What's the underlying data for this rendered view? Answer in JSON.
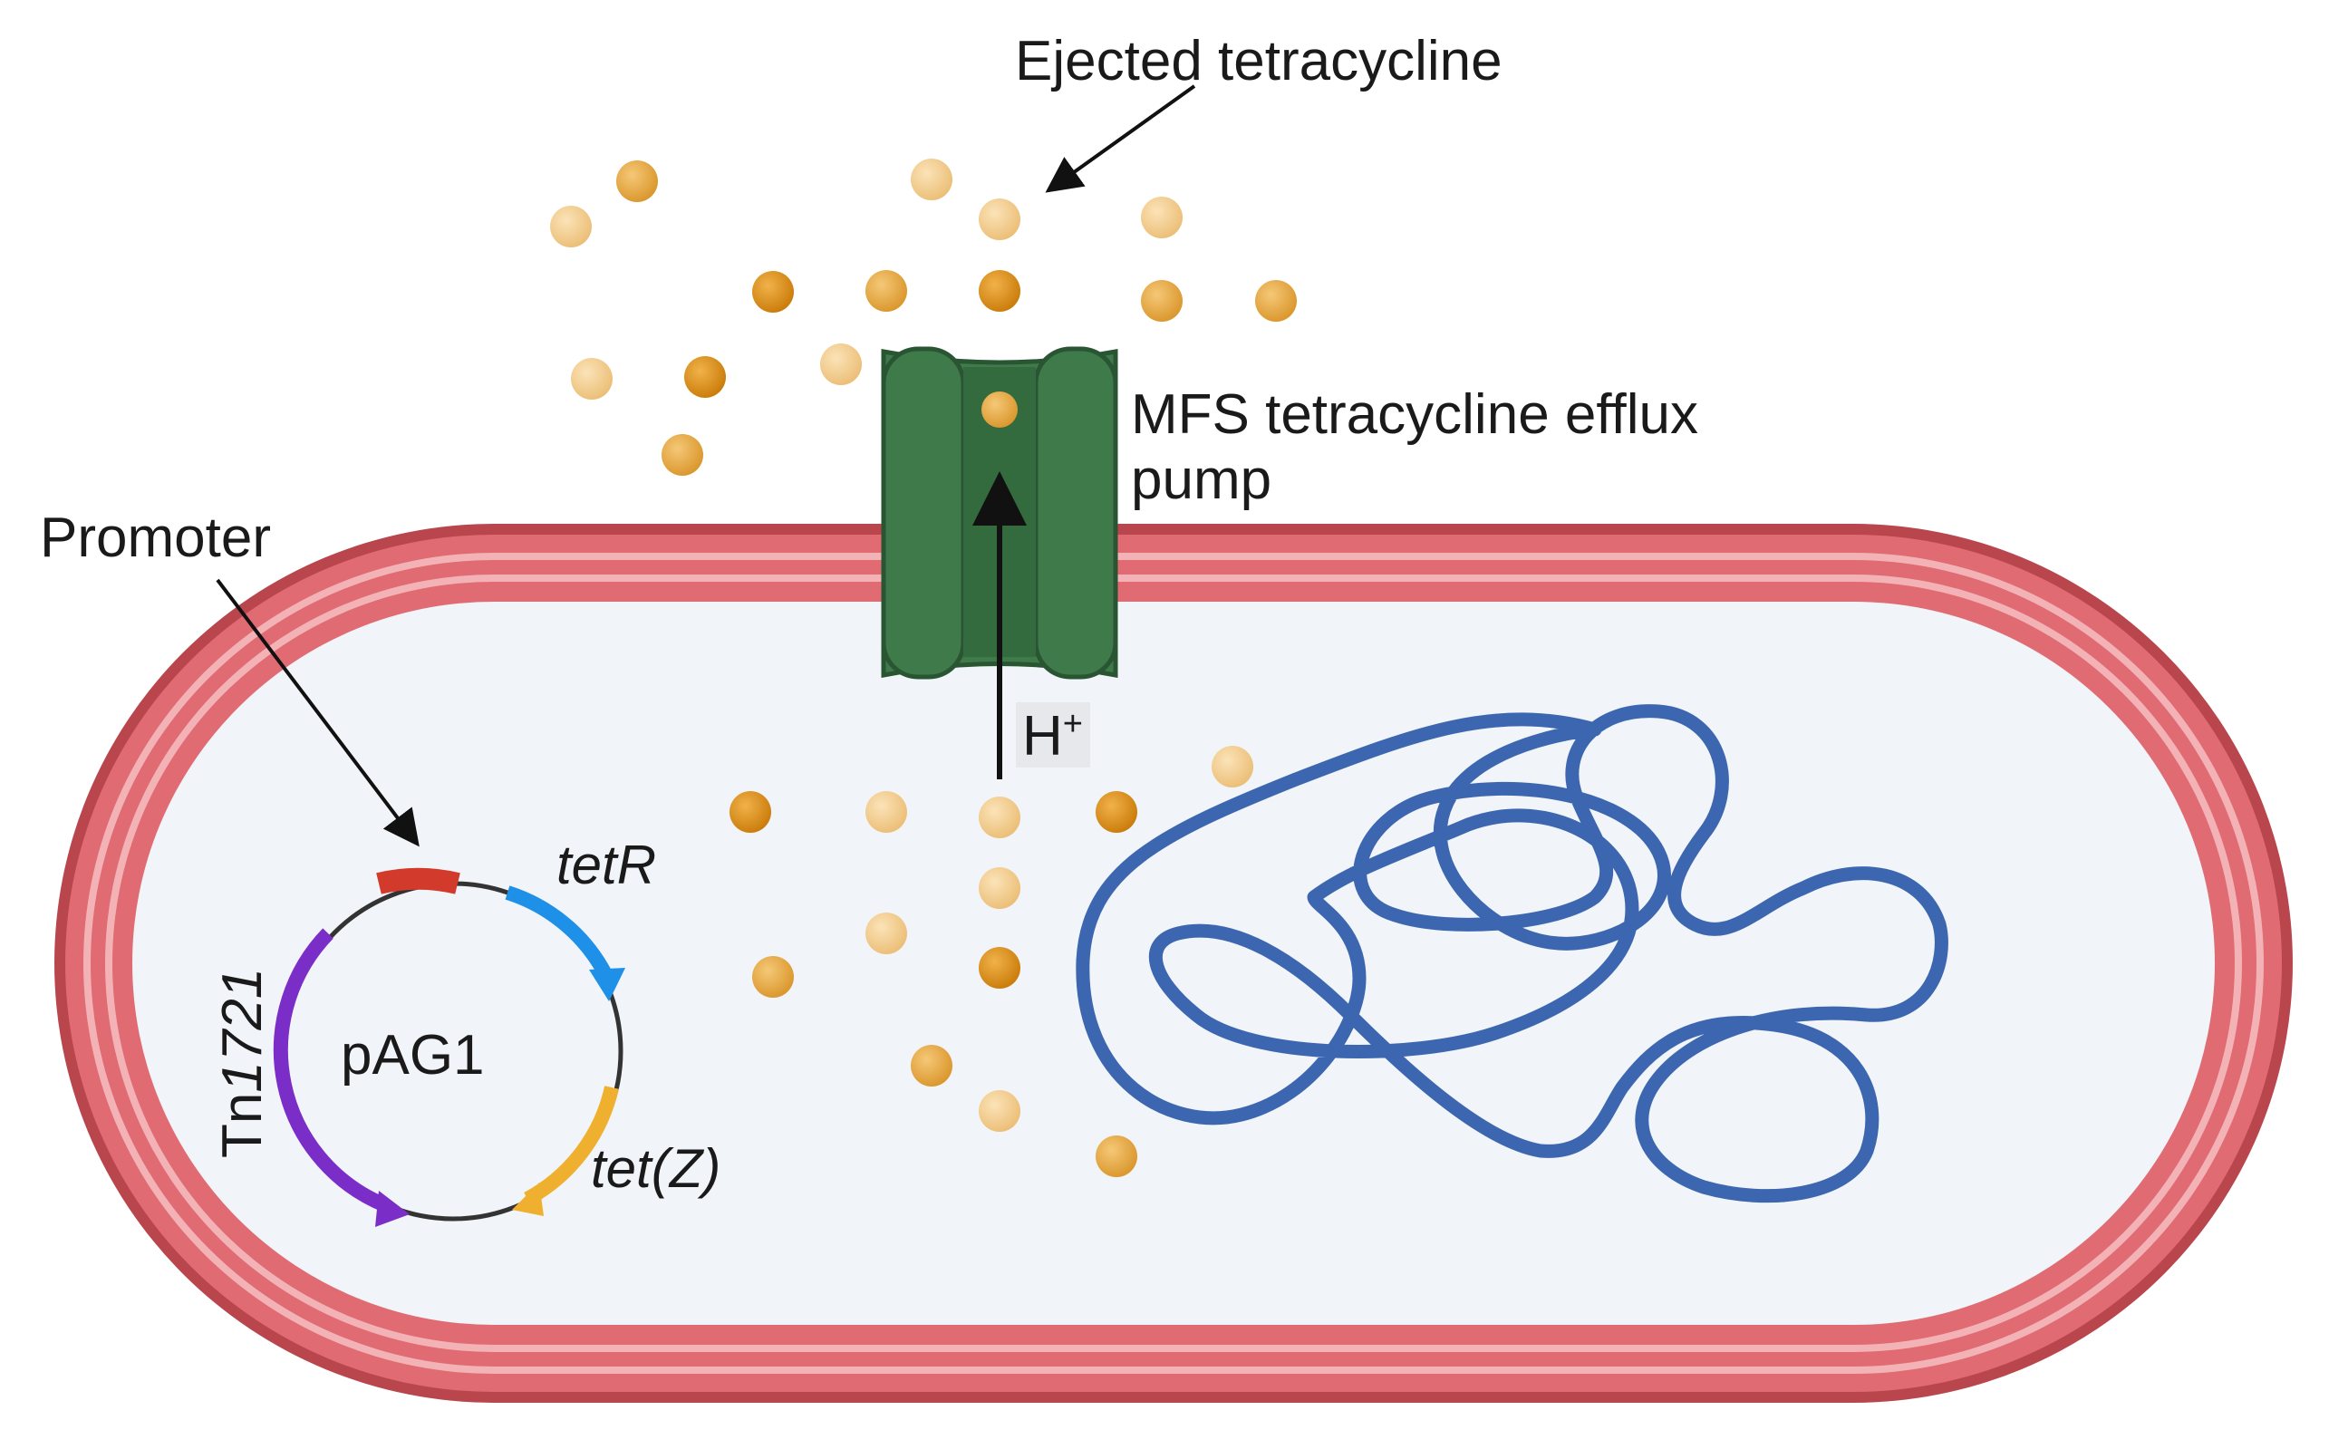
{
  "labels": {
    "ejected": "Ejected tetracycline",
    "pump_line1": "MFS tetracycline efflux",
    "pump_line2": "pump",
    "promoter": "Promoter",
    "proton_base": "H",
    "proton_charge": "+",
    "plasmid_name": "pAG1",
    "gene_tetR": "tetR",
    "gene_tetZ": "tet(Z)",
    "transposon_prefix": "Tn",
    "transposon_number": "1721"
  },
  "colors": {
    "membrane_outer": "#b9454d",
    "membrane_mid": "#e06b72",
    "membrane_light": "#f3b3b6",
    "cytoplasm": "#f1f4f8",
    "pump": "#3f7a4a",
    "pump_edge": "#2a5533",
    "tetracycline_dark": "#d88a10",
    "tetracycline_mid": "#e5a53c",
    "tetracycline_light": "#f2cf93",
    "chromosome": "#3c66b0",
    "promoter": "#d23a2c",
    "tetR_gene": "#1e90e8",
    "tetZ_gene": "#efb02f",
    "transposon": "#7a2ec7"
  }
}
